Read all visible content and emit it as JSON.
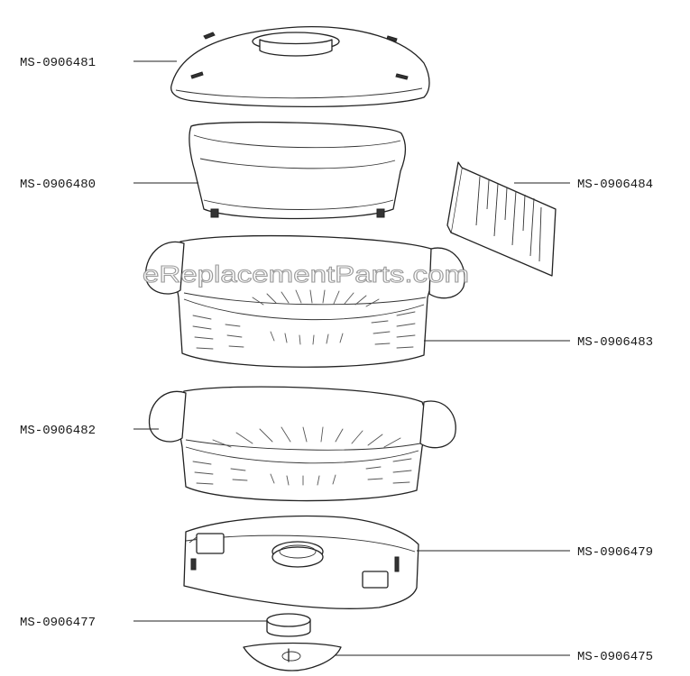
{
  "parts": [
    {
      "id": "lid",
      "label": "MS-0906481"
    },
    {
      "id": "rice-bowl",
      "label": "MS-0906480"
    },
    {
      "id": "divider",
      "label": "MS-0906484"
    },
    {
      "id": "upper-basket",
      "label": "MS-0906483"
    },
    {
      "id": "lower-basket",
      "label": "MS-0906482"
    },
    {
      "id": "drip-tray",
      "label": "MS-0906479"
    },
    {
      "id": "base-cap",
      "label": "MS-0906477"
    },
    {
      "id": "base-plate",
      "label": "MS-0906475"
    }
  ],
  "watermark": "eReplacementParts.com"
}
